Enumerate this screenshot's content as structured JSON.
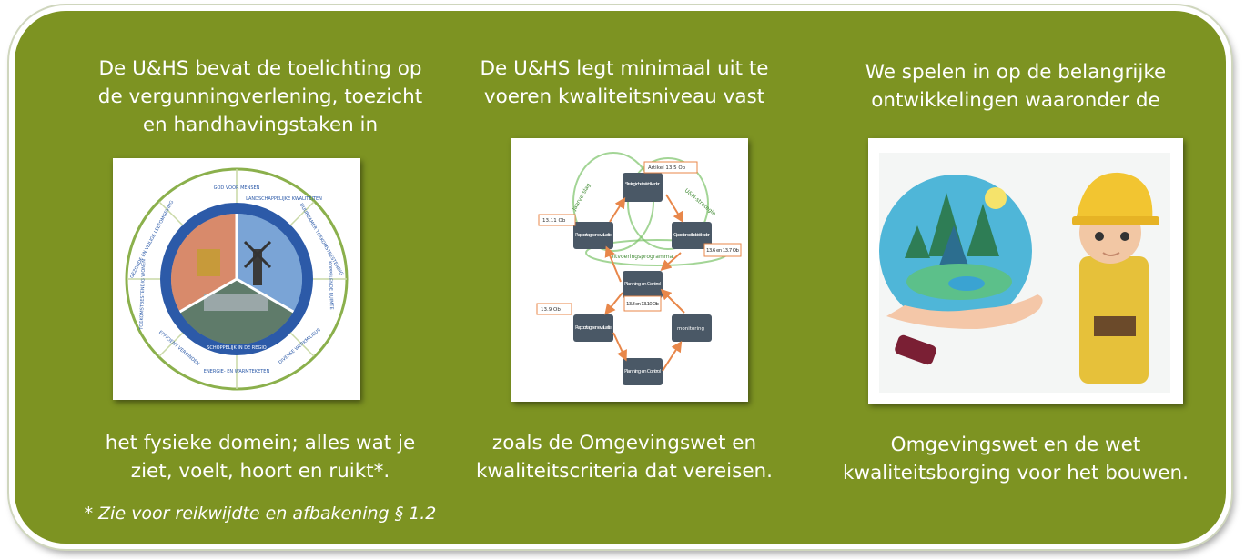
{
  "col1": {
    "top": [
      "De U&HS bevat de toelichting op",
      "de vergunningverlening, toezicht",
      "en handhavingstaken in"
    ],
    "bottom": [
      "het fysieke domein; alles wat je",
      "ziet, voelt, hoort en ruikt*."
    ],
    "note": "* Zie voor reikwijdte en afbakening § 1.2",
    "wheel_labels": {
      "top": "GOD VOOR MENSEN",
      "top_right": "LANDSCHAPPELIJKE KWALITEITEN",
      "right_upper": "DUURZAMER TOEKOMSTBESTENDIG",
      "right": "KOPPELENDE RUIMTE",
      "bottom_right": "DIVERSE WERKMILIEUS",
      "bottom": "ENERGIE- EN WARMTEKETEN",
      "bottom_left": "EFFICIENT VERBINDEN",
      "left": "TOEKOMSTBESTENDIG WONEN",
      "left_upper": "GEZONDE EN VEILIGE LEEFOMGEVING",
      "inner_bottom": "SCHOPPELIJK IN DE REGIO"
    }
  },
  "col2": {
    "top": [
      "De U&HS legt minimaal uit te",
      "voeren kwaliteitsniveau vast"
    ],
    "bottom": [
      "zoals de Omgevingswet en",
      "kwaliteitscriteria dat vereisen."
    ],
    "diagram": {
      "boxes": [
        "Strategische beleidskader",
        "Operationeel beleidskader",
        "Planning en Control",
        "Rapportage en evaluatie",
        "Rapportage en evaluatie",
        "monitoring",
        "Planning en Control"
      ],
      "refs": [
        "Artikel 13.5 Ob",
        "13.11 Ob",
        "13.6 en 13.7 Ob",
        "13.8 en 13.10 Ob",
        "13.9 Ob"
      ],
      "arcs": [
        "Jaarverslag",
        "U&H-strategie",
        "Uitvoeringsprogramma"
      ]
    }
  },
  "col3": {
    "top": [
      "We spelen in op de belangrijke",
      "ontwikkelingen waaronder de"
    ],
    "bottom": [
      "Omgevingswet en de wet",
      "kwaliteitsborging voor het bouwen."
    ]
  },
  "colors": {
    "panel": "#7d9322",
    "text": "#ffffff",
    "box": "#4a5866",
    "ref": "#e8874a",
    "arc": "#7cc36a"
  }
}
